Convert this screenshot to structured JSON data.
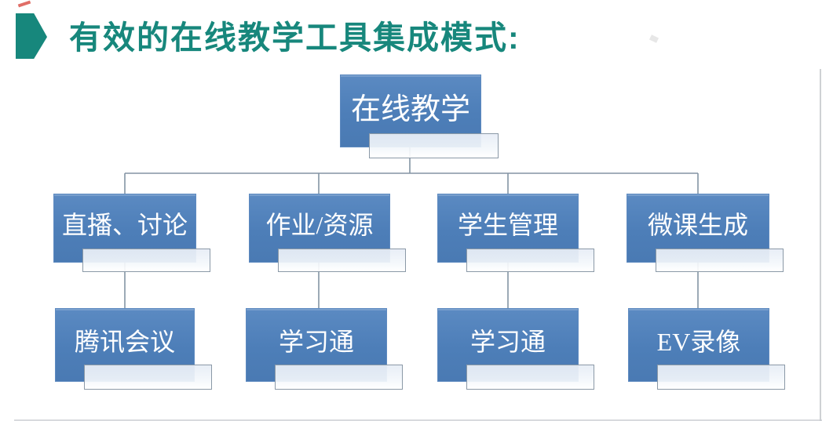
{
  "title": {
    "text": "有效的在线教学工具集成模式:"
  },
  "diagram": {
    "root": {
      "label": "在线教学"
    },
    "branches": [
      {
        "label": "直播、讨论",
        "tool": "腾讯会议"
      },
      {
        "label": "作业/资源",
        "tool": "学习通"
      },
      {
        "label": "学生管理",
        "tool": "学习通"
      },
      {
        "label": "微课生成",
        "tool": "EV录像"
      }
    ]
  },
  "colors": {
    "accent_teal": "#17877c",
    "node_blue": "#4d7eb8",
    "node_text": "#ffffff",
    "connector_gray": "#8494a4",
    "shadow_fill": "#e9eef6",
    "shadow_border": "#8b99a7"
  }
}
